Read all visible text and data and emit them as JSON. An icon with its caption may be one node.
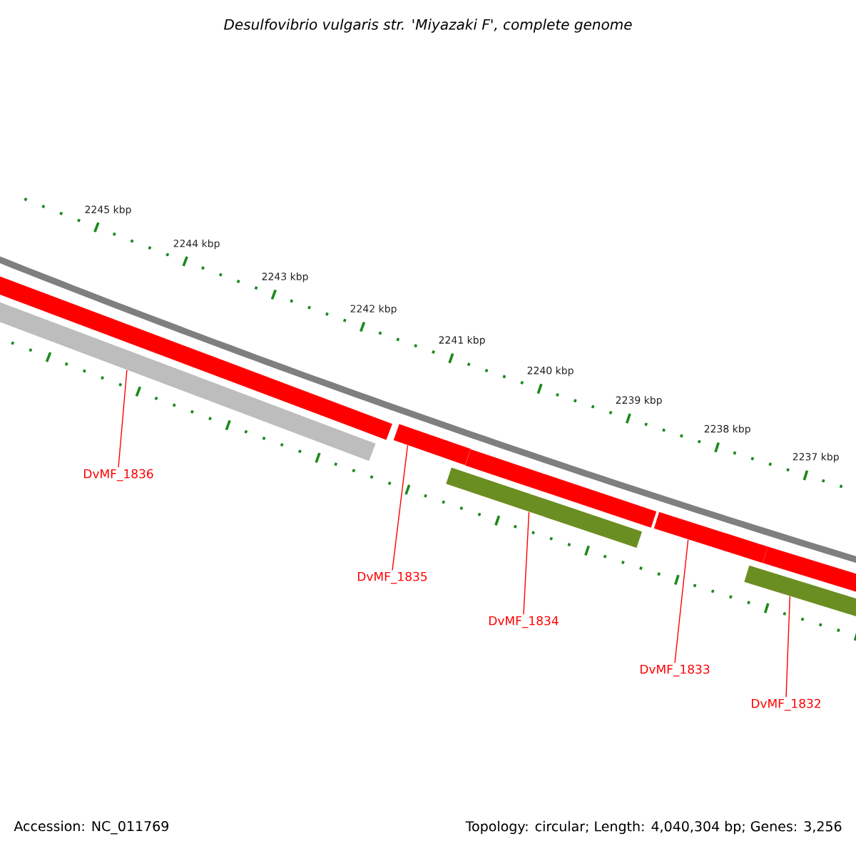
{
  "diagram": {
    "title": "Desulfovibrio vulgaris str. 'Miyazaki F', complete genome",
    "nodes": [
      {
        "text": [],
        "shape": "bar"
      },
      {
        "text": [],
        "shape": "bar"
      },
      {
        "text": [],
        "shape": "bar"
      },
      {
        "text": [],
        "shape": "bar"
      },
      {
        "text": [],
        "shape": "bar"
      },
      {
        "text": [],
        "shape": "bar"
      },
      {
        "text": [],
        "shape": "bar"
      },
      {
        "text": [],
        "shape": "bar"
      },
      {
        "text": [
          "DvMF_1836"
        ]
      },
      {
        "text": [
          "DvMF_1835"
        ]
      },
      {
        "text": [
          "DvMF_1834"
        ]
      },
      {
        "text": [
          "DvMF_1833"
        ]
      },
      {
        "text": [
          "DvMF_1832"
        ]
      }
    ],
    "edges": [
      {
        "from": 8,
        "to": 1,
        "arrow": "none"
      },
      {
        "from": 9,
        "to": 2,
        "arrow": "none"
      },
      {
        "from": 10,
        "to": 3,
        "arrow": "none"
      },
      {
        "from": 11,
        "to": 5,
        "arrow": "none"
      },
      {
        "from": 12,
        "to": 6,
        "arrow": "none"
      }
    ],
    "labels": [
      "2245 kbp",
      "2244 kbp",
      "2243 kbp",
      "2242 kbp",
      "2241 kbp",
      "2240 kbp",
      "2239 kbp",
      "2238 kbp",
      "2237 kbp",
      "Accession: NC_011769",
      "Topology: circular; Length: 4,040,304 bp; Genes: 3,256"
    ]
  }
}
